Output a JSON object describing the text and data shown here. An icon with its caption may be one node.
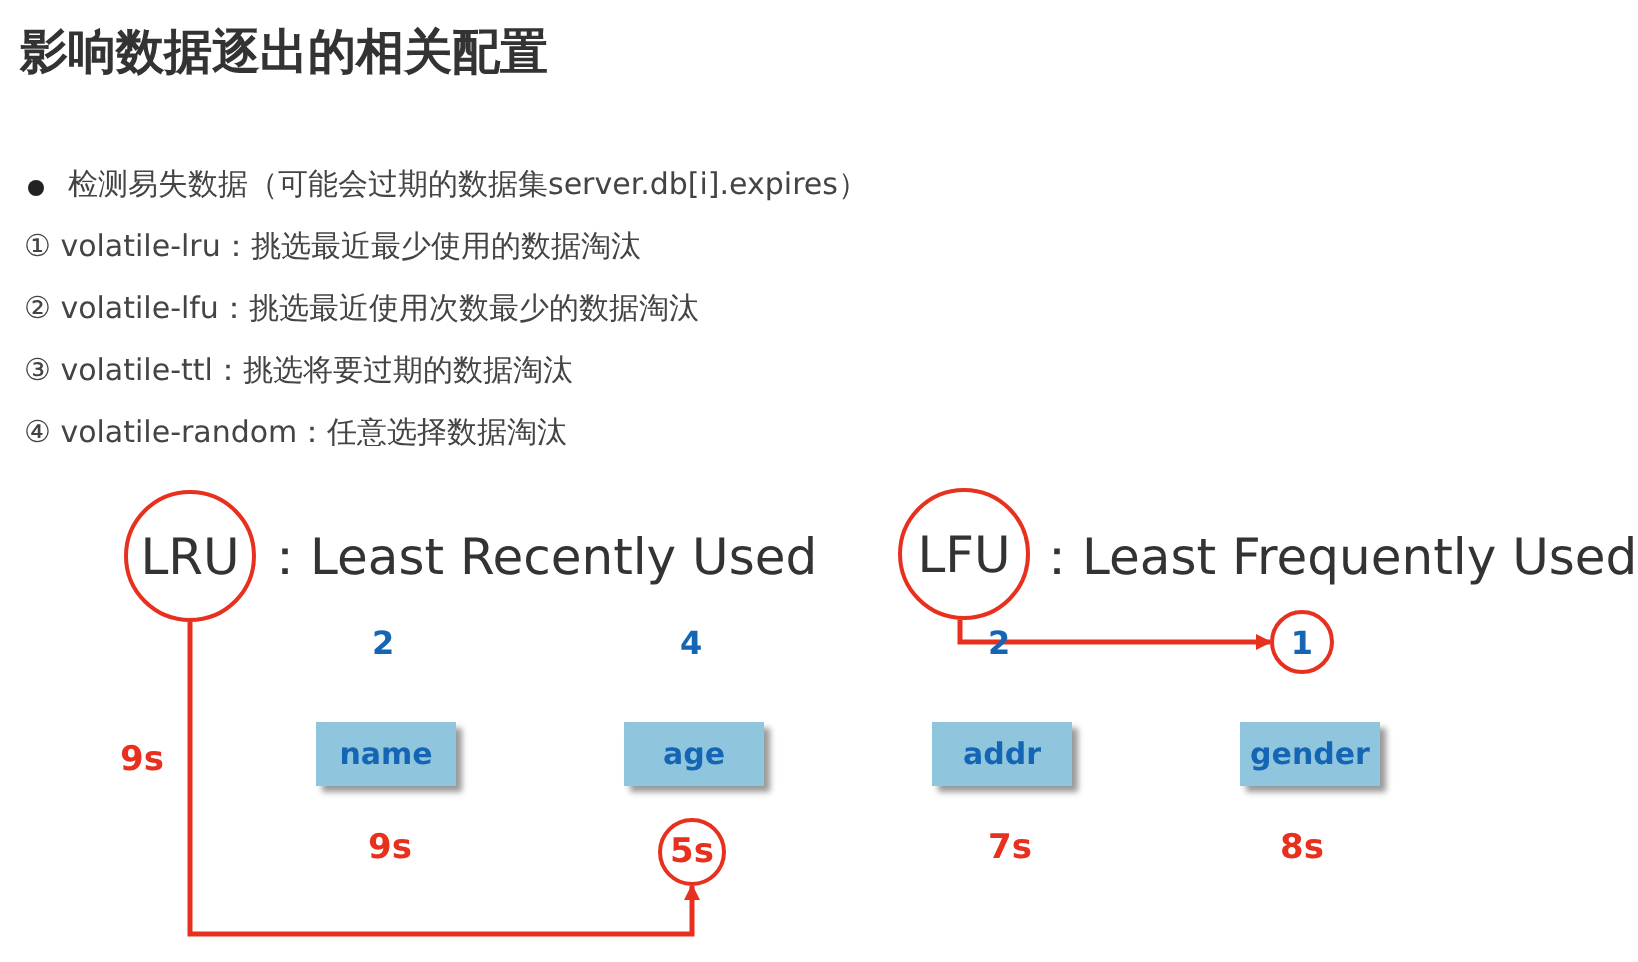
{
  "diagram": {
    "title": "影响数据逐出的相关配置",
    "nodes": [
      {
        "text": [
          "LRU"
        ]
      },
      {
        "text": [
          "LFU"
        ]
      },
      {
        "text": [
          "1"
        ]
      },
      {
        "text": [
          "name"
        ]
      },
      {
        "text": [
          "age"
        ]
      },
      {
        "text": [
          "addr"
        ]
      },
      {
        "text": [
          "gender"
        ]
      },
      {
        "text": [
          "5s"
        ]
      }
    ],
    "edges": [
      {
        "from": 0,
        "to": 7,
        "arrow": "to"
      },
      {
        "from": 1,
        "to": 2,
        "arrow": "to"
      }
    ],
    "labels": [
      "检测易失数据（可能会过期的数据集server.db[i].expires）",
      "① volatile-lru：挑选最近最少使用的数据淘汰",
      "② volatile-lfu：挑选最近使用次数最少的数据淘汰",
      "③ volatile-ttl：挑选将要过期的数据淘汰",
      "④ volatile-random：任意选择数据淘汰",
      "：Least Recently Used",
      "：Least Frequently Used",
      "2",
      "4",
      "2",
      "9s",
      "9s",
      "7s",
      "8s"
    ]
  }
}
